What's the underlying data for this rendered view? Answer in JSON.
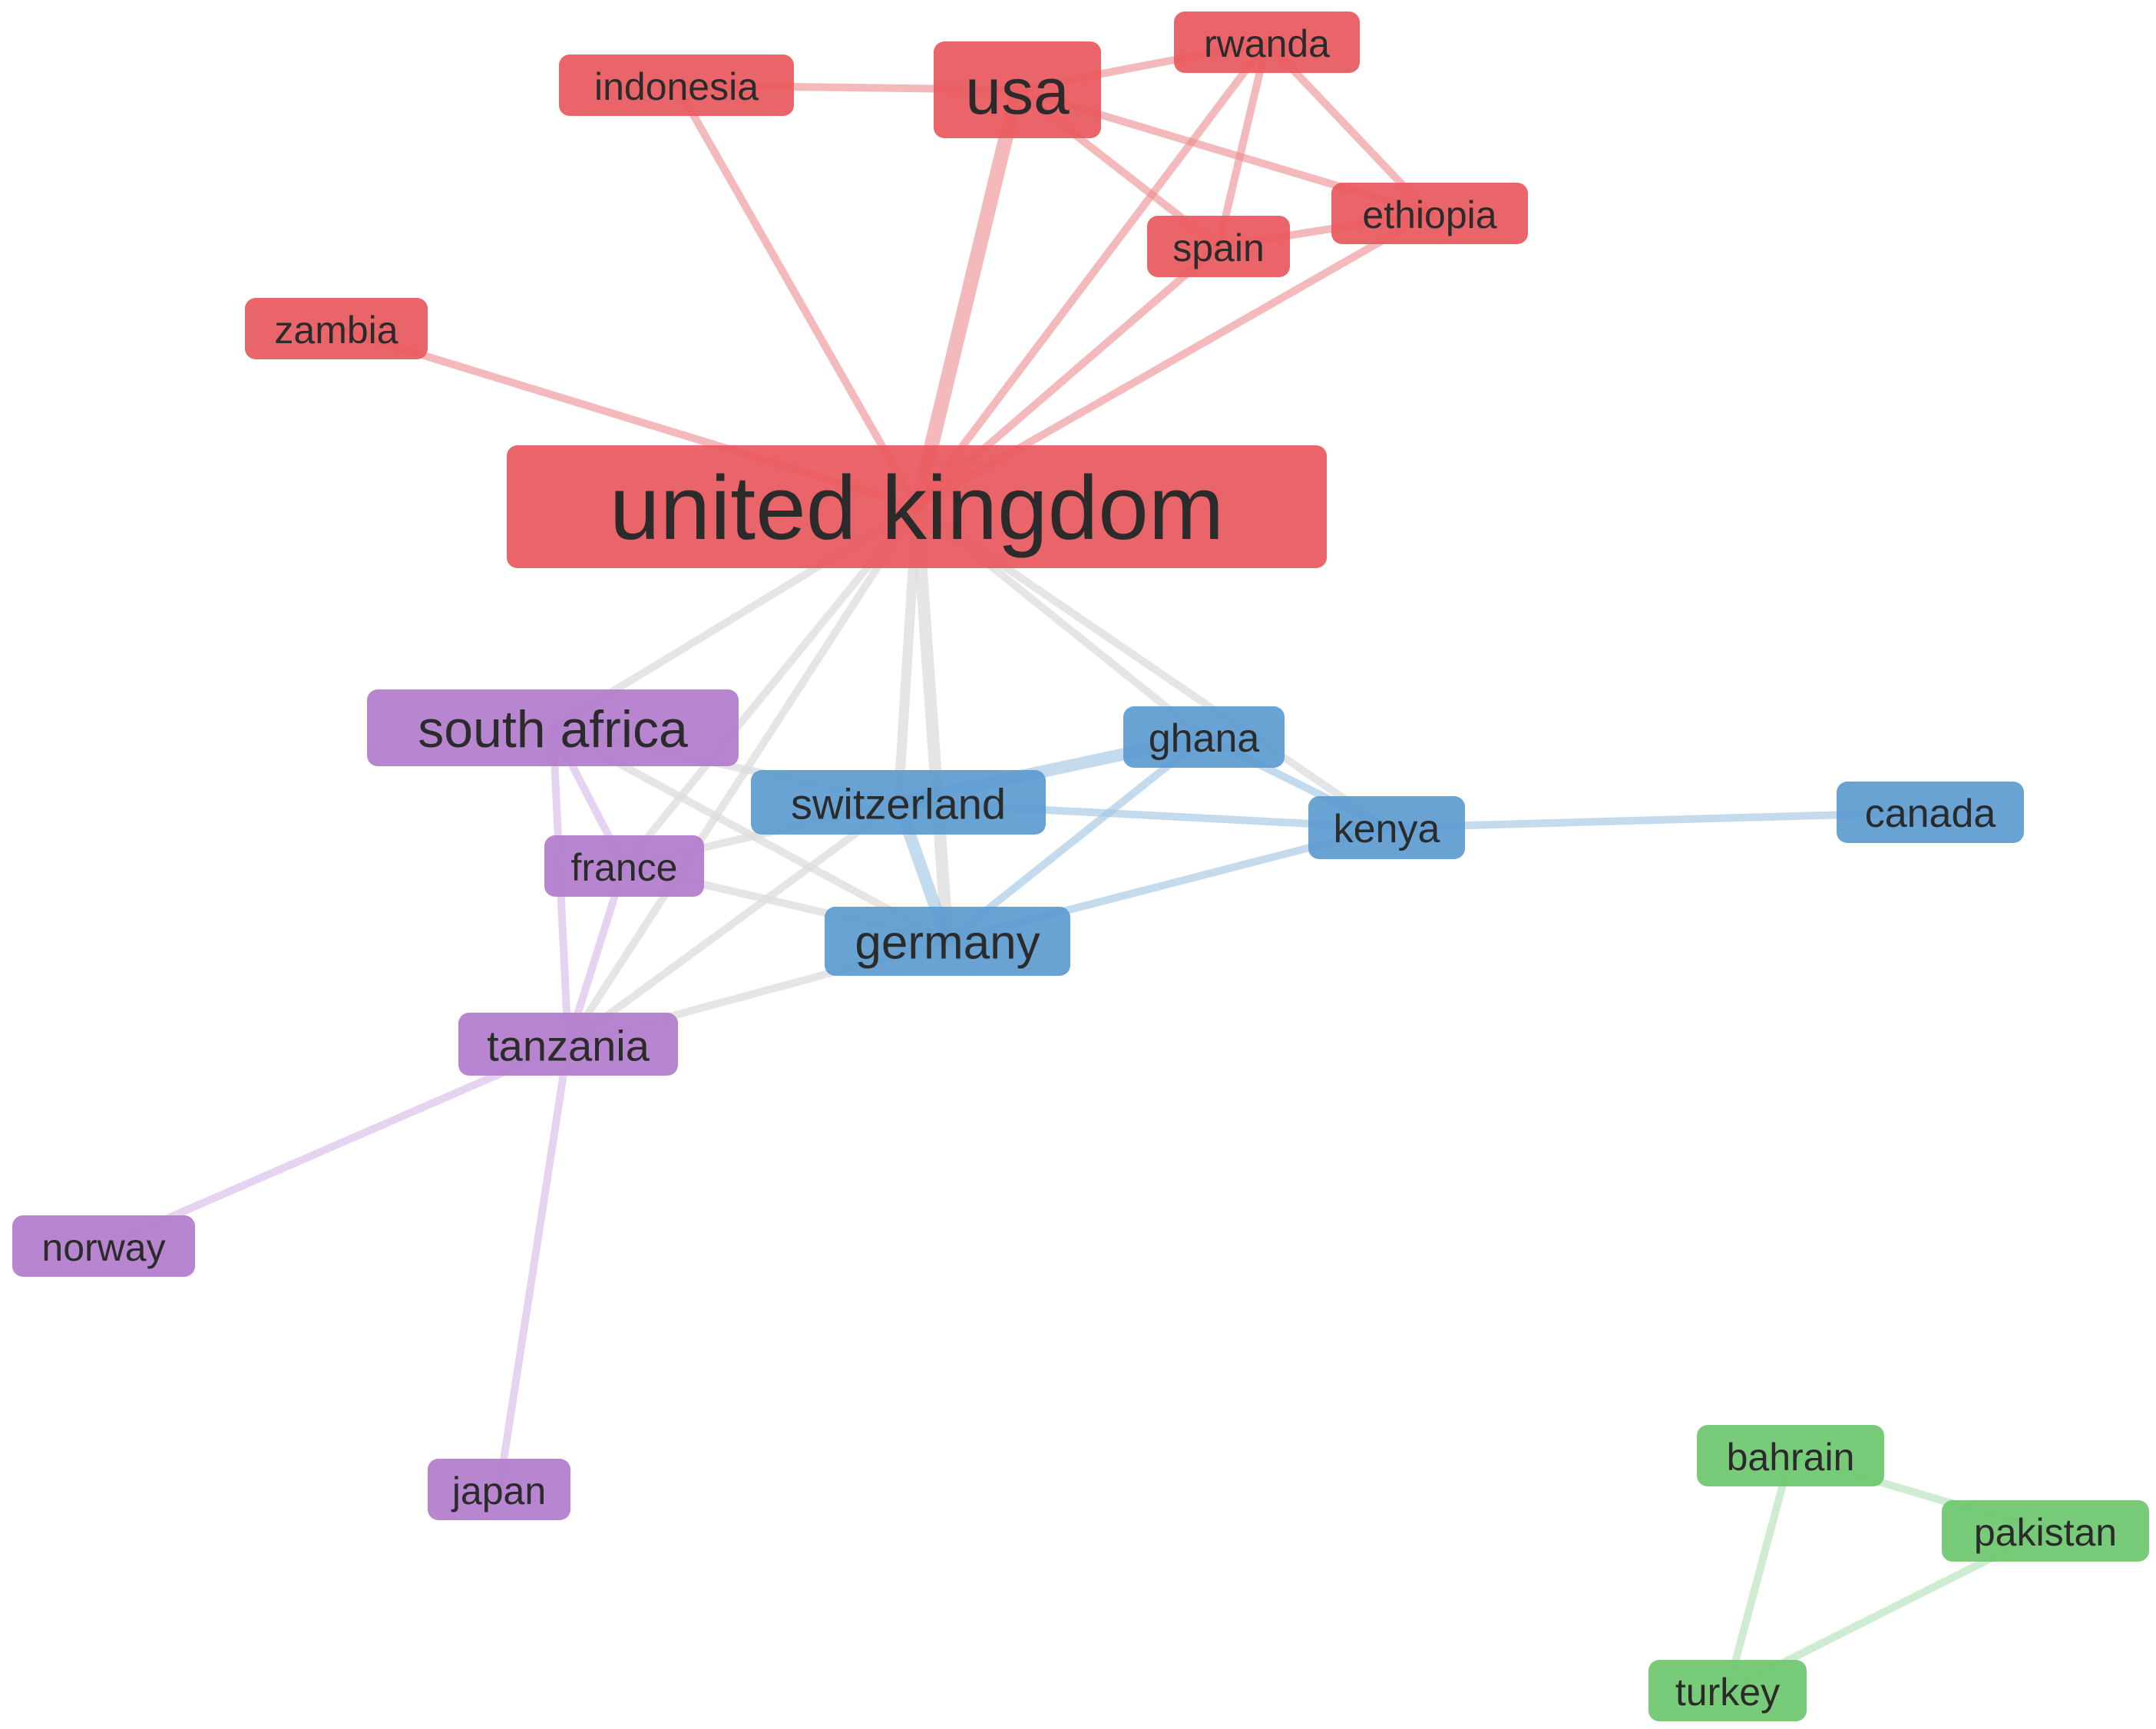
{
  "network": {
    "clusters": {
      "red": {
        "fill": "#e8585c",
        "edge": "#ec8a8e"
      },
      "blue": {
        "fill": "#5b9bd0",
        "edge": "#9cc3e3"
      },
      "purple": {
        "fill": "#b27ccc",
        "edge": "#d6b6e4"
      },
      "green": {
        "fill": "#6cc76c",
        "edge": "#b0e0b0"
      },
      "grey": {
        "edge": "#dcdcdc"
      }
    },
    "nodes": [
      {
        "id": "united_kingdom",
        "label": "united kingdom",
        "cluster": "red"
      },
      {
        "id": "usa",
        "label": "usa",
        "cluster": "red"
      },
      {
        "id": "indonesia",
        "label": "indonesia",
        "cluster": "red"
      },
      {
        "id": "rwanda",
        "label": "rwanda",
        "cluster": "red"
      },
      {
        "id": "ethiopia",
        "label": "ethiopia",
        "cluster": "red"
      },
      {
        "id": "spain",
        "label": "spain",
        "cluster": "red"
      },
      {
        "id": "zambia",
        "label": "zambia",
        "cluster": "red"
      },
      {
        "id": "south_africa",
        "label": "south africa",
        "cluster": "purple"
      },
      {
        "id": "france",
        "label": "france",
        "cluster": "purple"
      },
      {
        "id": "tanzania",
        "label": "tanzania",
        "cluster": "purple"
      },
      {
        "id": "norway",
        "label": "norway",
        "cluster": "purple"
      },
      {
        "id": "japan",
        "label": "japan",
        "cluster": "purple"
      },
      {
        "id": "ghana",
        "label": "ghana",
        "cluster": "blue"
      },
      {
        "id": "switzerland",
        "label": "switzerland",
        "cluster": "blue"
      },
      {
        "id": "kenya",
        "label": "kenya",
        "cluster": "blue"
      },
      {
        "id": "germany",
        "label": "germany",
        "cluster": "blue"
      },
      {
        "id": "canada",
        "label": "canada",
        "cluster": "blue"
      },
      {
        "id": "bahrain",
        "label": "bahrain",
        "cluster": "green"
      },
      {
        "id": "pakistan",
        "label": "pakistan",
        "cluster": "green"
      },
      {
        "id": "turkey",
        "label": "turkey",
        "cluster": "green"
      }
    ],
    "edges": [
      {
        "source": "united_kingdom",
        "target": "usa",
        "weight": 5,
        "cluster": "red"
      },
      {
        "source": "united_kingdom",
        "target": "indonesia",
        "weight": 2,
        "cluster": "red"
      },
      {
        "source": "united_kingdom",
        "target": "rwanda",
        "weight": 2,
        "cluster": "red"
      },
      {
        "source": "united_kingdom",
        "target": "ethiopia",
        "weight": 2,
        "cluster": "red"
      },
      {
        "source": "united_kingdom",
        "target": "spain",
        "weight": 2,
        "cluster": "red"
      },
      {
        "source": "united_kingdom",
        "target": "zambia",
        "weight": 2,
        "cluster": "red"
      },
      {
        "source": "usa",
        "target": "indonesia",
        "weight": 2,
        "cluster": "red"
      },
      {
        "source": "usa",
        "target": "rwanda",
        "weight": 2,
        "cluster": "red"
      },
      {
        "source": "usa",
        "target": "ethiopia",
        "weight": 2,
        "cluster": "red"
      },
      {
        "source": "usa",
        "target": "spain",
        "weight": 2,
        "cluster": "red"
      },
      {
        "source": "rwanda",
        "target": "ethiopia",
        "weight": 2,
        "cluster": "red"
      },
      {
        "source": "rwanda",
        "target": "spain",
        "weight": 2,
        "cluster": "red"
      },
      {
        "source": "spain",
        "target": "ethiopia",
        "weight": 2,
        "cluster": "red"
      },
      {
        "source": "united_kingdom",
        "target": "germany",
        "weight": 4,
        "cluster": "grey"
      },
      {
        "source": "united_kingdom",
        "target": "south_africa",
        "weight": 2,
        "cluster": "grey"
      },
      {
        "source": "united_kingdom",
        "target": "france",
        "weight": 2,
        "cluster": "grey"
      },
      {
        "source": "united_kingdom",
        "target": "tanzania",
        "weight": 2,
        "cluster": "grey"
      },
      {
        "source": "united_kingdom",
        "target": "ghana",
        "weight": 2,
        "cluster": "grey"
      },
      {
        "source": "united_kingdom",
        "target": "kenya",
        "weight": 2,
        "cluster": "grey"
      },
      {
        "source": "united_kingdom",
        "target": "switzerland",
        "weight": 3,
        "cluster": "grey"
      },
      {
        "source": "south_africa",
        "target": "germany",
        "weight": 2,
        "cluster": "grey"
      },
      {
        "source": "south_africa",
        "target": "switzerland",
        "weight": 2,
        "cluster": "grey"
      },
      {
        "source": "france",
        "target": "germany",
        "weight": 2,
        "cluster": "grey"
      },
      {
        "source": "france",
        "target": "switzerland",
        "weight": 2,
        "cluster": "grey"
      },
      {
        "source": "tanzania",
        "target": "germany",
        "weight": 2,
        "cluster": "grey"
      },
      {
        "source": "tanzania",
        "target": "switzerland",
        "weight": 2,
        "cluster": "grey"
      },
      {
        "source": "south_africa",
        "target": "france",
        "weight": 2,
        "cluster": "purple"
      },
      {
        "source": "south_africa",
        "target": "tanzania",
        "weight": 2,
        "cluster": "purple"
      },
      {
        "source": "france",
        "target": "tanzania",
        "weight": 2,
        "cluster": "purple"
      },
      {
        "source": "tanzania",
        "target": "norway",
        "weight": 2,
        "cluster": "purple"
      },
      {
        "source": "tanzania",
        "target": "japan",
        "weight": 2,
        "cluster": "purple"
      },
      {
        "source": "switzerland",
        "target": "ghana",
        "weight": 4,
        "cluster": "blue"
      },
      {
        "source": "switzerland",
        "target": "kenya",
        "weight": 2,
        "cluster": "blue"
      },
      {
        "source": "switzerland",
        "target": "germany",
        "weight": 4,
        "cluster": "blue"
      },
      {
        "source": "ghana",
        "target": "kenya",
        "weight": 2,
        "cluster": "blue"
      },
      {
        "source": "ghana",
        "target": "germany",
        "weight": 2,
        "cluster": "blue"
      },
      {
        "source": "germany",
        "target": "kenya",
        "weight": 2,
        "cluster": "blue"
      },
      {
        "source": "kenya",
        "target": "canada",
        "weight": 2,
        "cluster": "blue"
      },
      {
        "source": "bahrain",
        "target": "pakistan",
        "weight": 2,
        "cluster": "green"
      },
      {
        "source": "bahrain",
        "target": "turkey",
        "weight": 2,
        "cluster": "green"
      },
      {
        "source": "pakistan",
        "target": "turkey",
        "weight": 2,
        "cluster": "green"
      }
    ]
  }
}
